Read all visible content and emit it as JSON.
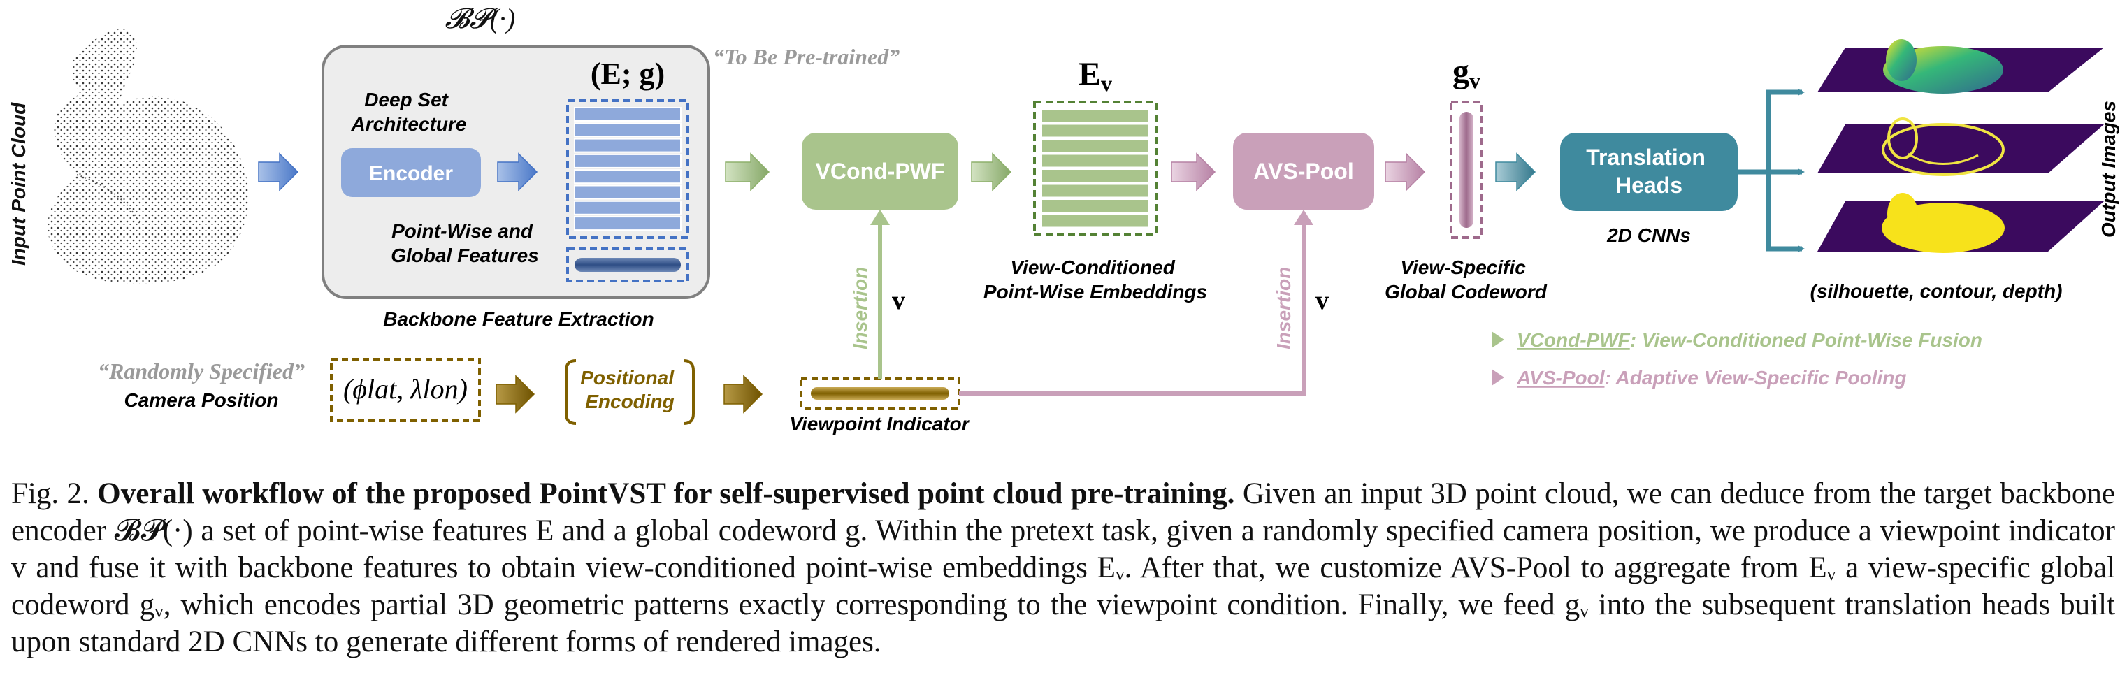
{
  "diagram": {
    "input_label": "Input Point Cloud",
    "backbone_symbol": "𝓑𝓟(·)",
    "to_be_pretrained": "“To Be Pre-trained”",
    "deep_set_line1": "Deep Set",
    "deep_set_line2": "Architecture",
    "encoder": "Encoder",
    "eg_label": "(E; g)",
    "pointwise_line1": "Point-Wise and",
    "pointwise_line2": "Global Features",
    "backbone_caption": "Backbone Feature Extraction",
    "vcond": "VCond-PWF",
    "ev_label": "E",
    "ev_sub": "v",
    "vcpwe_line1": "View-Conditioned",
    "vcpwe_line2": "Point-Wise Embeddings",
    "avs": "AVS-Pool",
    "gv_label": "g",
    "gv_sub": "v",
    "vsgc_line1": "View-Specific",
    "vsgc_line2": "Global Codeword",
    "heads_line1": "Translation",
    "heads_line2": "Heads",
    "cnns": "2D CNNs",
    "output_label": "Output Images",
    "output_caption": "(silhouette, contour, depth)",
    "legend_vcond_name": "VCond-PWF",
    "legend_vcond_desc": ": View-Conditioned Point-Wise Fusion",
    "legend_avs_name": "AVS-Pool",
    "legend_avs_desc": ": Adaptive View-Specific Pooling",
    "random_specified": "“Randomly Specified”",
    "camera_position": "Camera Position",
    "phi_lambda": "(ϕlat, λlon)",
    "pos_enc_line1": "Positional",
    "pos_enc_line2": "Encoding",
    "viewpoint_indicator": "Viewpoint Indicator",
    "insertion": "Insertion",
    "v_symbol": "v"
  },
  "caption": {
    "label": "Fig. 2.",
    "title": "Overall workflow of the proposed PointVST for self-supervised point cloud pre-training.",
    "body": "Given an input 3D point cloud, we can deduce from the target backbone encoder 𝓑𝓟(·) a set of point-wise features E and a global codeword g. Within the pretext task, given a randomly specified camera position, we produce a viewpoint indicator v and fuse it with backbone features to obtain view-conditioned point-wise embeddings Eᵥ. After that, we customize AVS-Pool to aggregate from Eᵥ a view-specific global codeword gᵥ, which encodes partial 3D geometric patterns exactly corresponding to the viewpoint condition. Finally, we feed gᵥ into the subsequent translation heads built upon standard 2D CNNs to generate different forms of rendered images."
  },
  "colors": {
    "blue": "#4472C4",
    "blue_light": "#8EA9DB",
    "green": "#A9C48C",
    "green_dark": "#548235",
    "pink": "#C9A0B9",
    "pink_dark": "#7F4F73",
    "teal": "#3F8A9E",
    "gold": "#7F6000",
    "gold_fill": "#A6862A",
    "gray": "#808080"
  }
}
